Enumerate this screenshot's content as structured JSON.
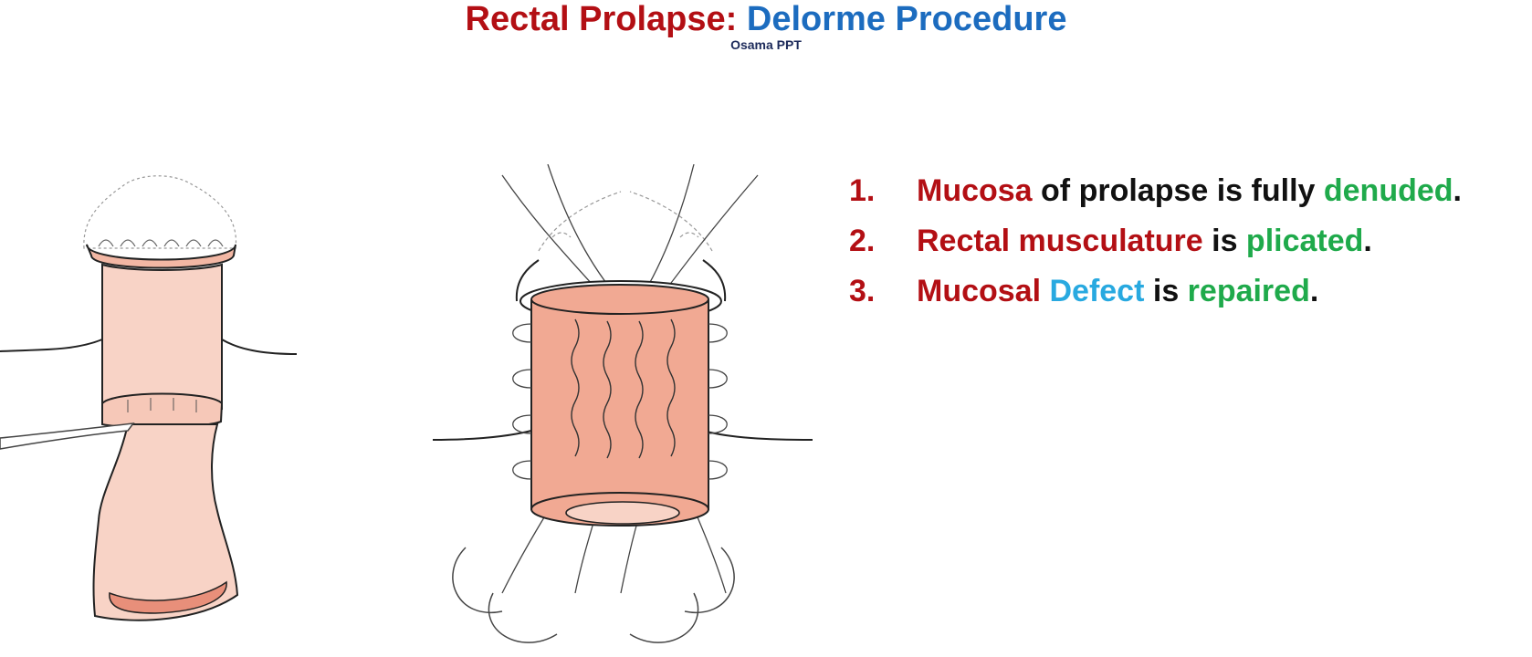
{
  "colors": {
    "red": "#b30f14",
    "blue": "#1c6cbf",
    "navy": "#1c2a5a",
    "cyan": "#28a9e0",
    "green": "#1faa4b",
    "black": "#111111"
  },
  "slide": {
    "title": {
      "part1": "Rectal Prolapse: ",
      "part2": "Delorme Procedure"
    },
    "subtitle": "Osama PPT"
  },
  "steps": [
    {
      "number": "1.",
      "segments": [
        {
          "text": "Mucosa",
          "color": "red"
        },
        {
          "text": " of prolapse is fully ",
          "color": "black"
        },
        {
          "text": "denuded",
          "color": "green"
        },
        {
          "text": ".",
          "color": "black"
        }
      ]
    },
    {
      "number": "2.",
      "segments": [
        {
          "text": "Rectal musculature",
          "color": "red"
        },
        {
          "text": " is ",
          "color": "black"
        },
        {
          "text": "plicated",
          "color": "green"
        },
        {
          "text": ".",
          "color": "black"
        }
      ]
    },
    {
      "number": "3.",
      "segments": [
        {
          "text": "Mucosal ",
          "color": "red"
        },
        {
          "text": "Defect",
          "color": "cyan"
        },
        {
          "text": " is ",
          "color": "black"
        },
        {
          "text": "repaired",
          "color": "green"
        },
        {
          "text": ".",
          "color": "black"
        }
      ]
    }
  ]
}
